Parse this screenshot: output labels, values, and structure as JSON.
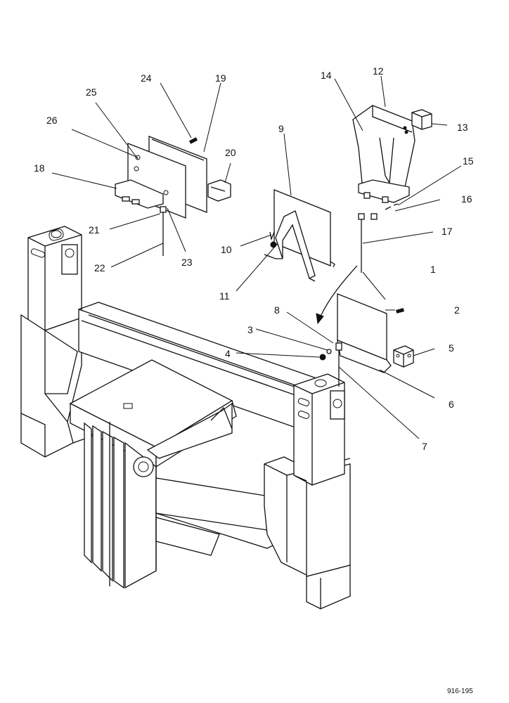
{
  "callouts": {
    "c1": "1",
    "c2": "2",
    "c3": "3",
    "c4": "4",
    "c5": "5",
    "c6": "6",
    "c7": "7",
    "c8": "8",
    "c9": "9",
    "c10": "10",
    "c11": "11",
    "c12": "12",
    "c13": "13",
    "c14": "14",
    "c15": "15",
    "c16": "16",
    "c17": "17",
    "c18": "18",
    "c19": "19",
    "c20": "20",
    "c21": "21",
    "c22": "22",
    "c23": "23",
    "c24": "24",
    "c25": "25",
    "c26": "26"
  },
  "figure_number": "916-195"
}
